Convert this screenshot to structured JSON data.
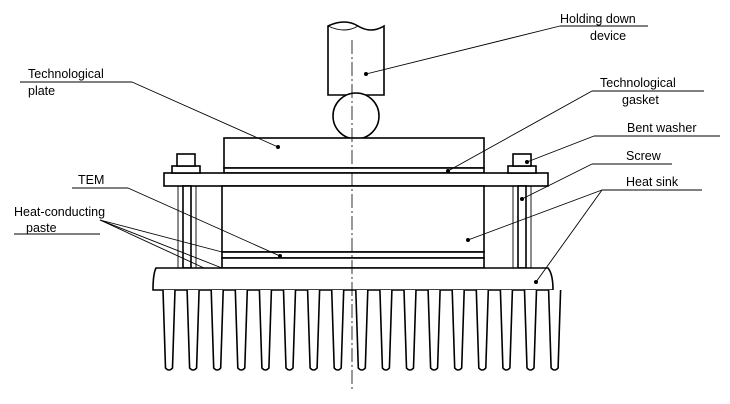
{
  "labels": {
    "holding_down_1": "Holding down",
    "holding_down_2": "device",
    "tech_plate_1": "Technological",
    "tech_plate_2": "plate",
    "tech_gasket_1": "Technological",
    "tech_gasket_2": "gasket",
    "bent_washer": "Bent washer",
    "screw": "Screw",
    "tem": "TEM",
    "heat_sink": "Heat sink",
    "paste_1": "Heat-conducting",
    "paste_2": "paste"
  },
  "colors": {
    "line": "#000000",
    "background": "#ffffff"
  }
}
